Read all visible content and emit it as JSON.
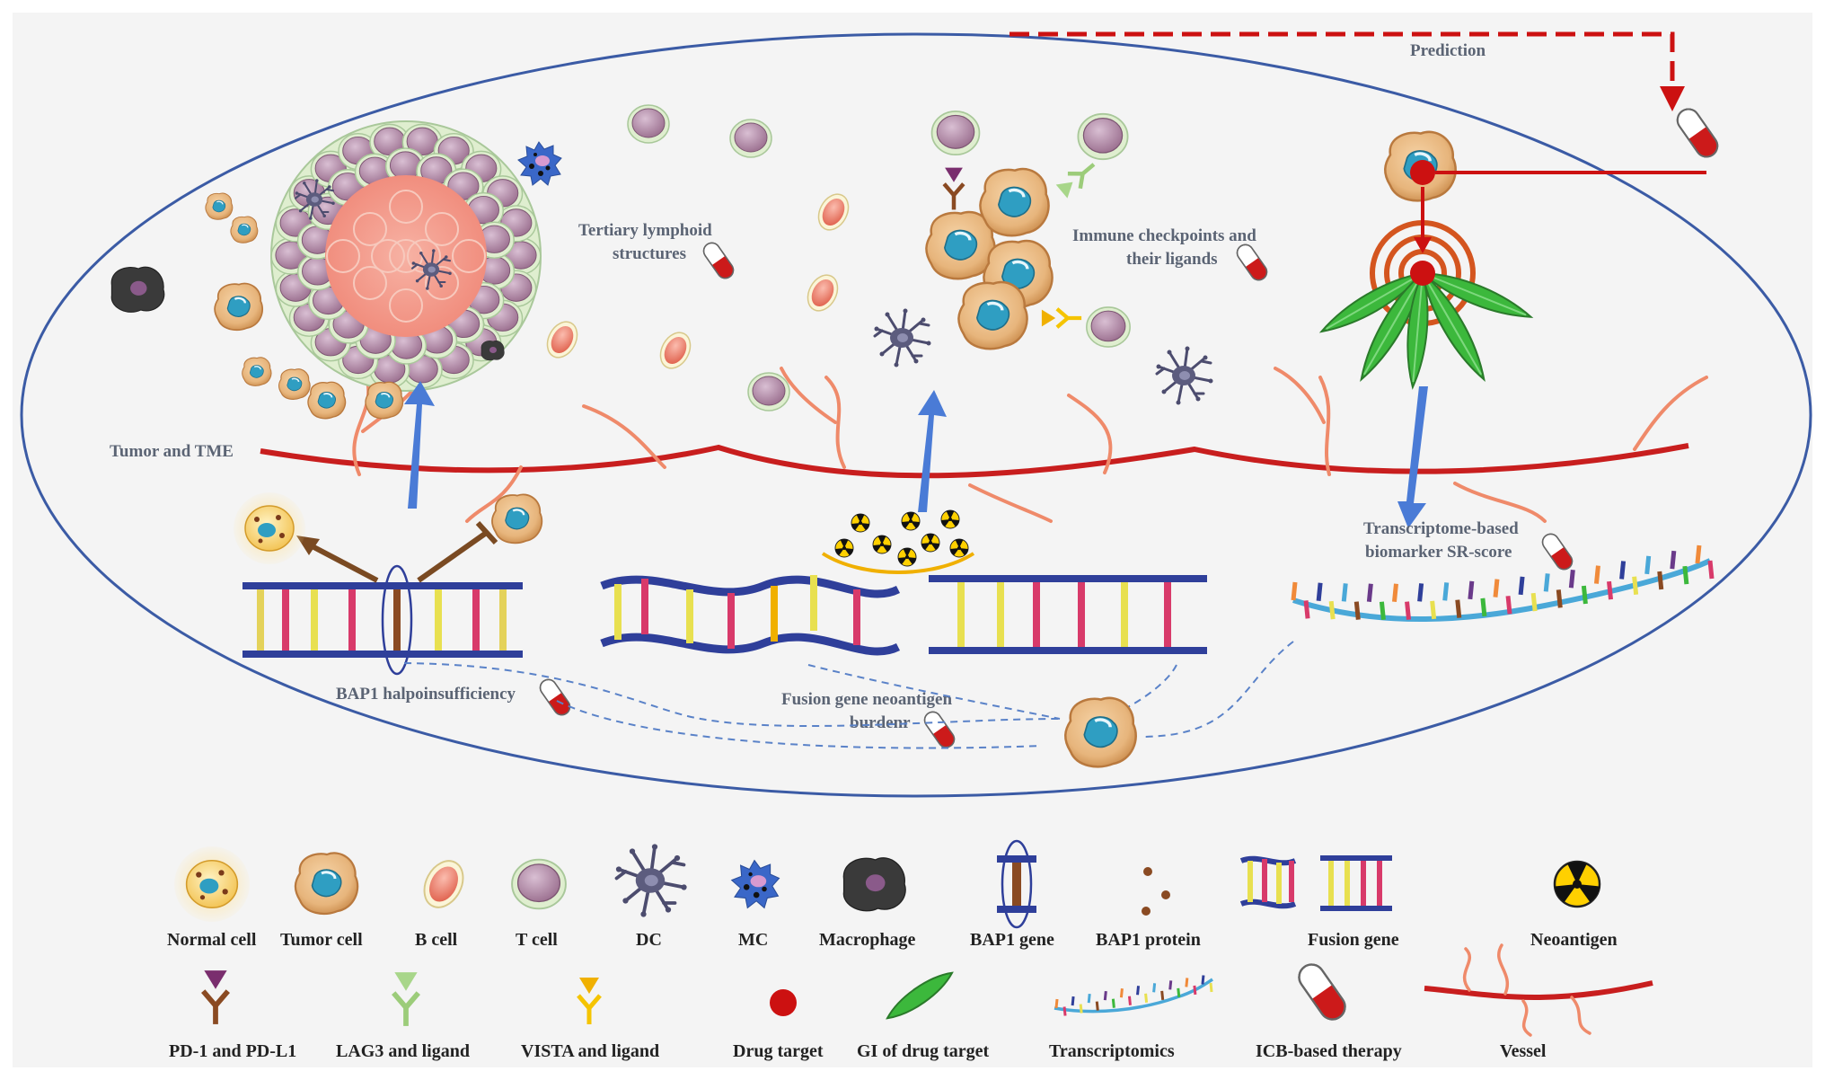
{
  "diagram": {
    "labels": {
      "prediction": "Prediction",
      "tumor_tme": "Tumor and TME",
      "tls_line1": "Tertiary lymphoid",
      "tls_line2": "structures",
      "checkpoint_line1": "Immune checkpoints and",
      "checkpoint_line2": "their ligands",
      "transcriptome_line1": "Transcriptome-based",
      "transcriptome_line2": "biomarker SR-score",
      "bap1": "BAP1 halpoinsufficiency",
      "fusion_line1": "Fusion gene neoantigen",
      "fusion_line2": "burdenr"
    },
    "legend": {
      "row1": [
        "Normal cell",
        "Tumor cell",
        "B cell",
        "T cell",
        "DC",
        "MC",
        "Macrophage",
        "BAP1 gene",
        "BAP1 protein",
        "Fusion gene",
        "Neoantigen"
      ],
      "row2": [
        "PD-1 and PD-L1",
        "LAG3 and ligand",
        "VISTA and ligand",
        "Drug target",
        "GI of drug target",
        "Transcriptomics",
        "ICB-based therapy",
        "Vessel"
      ]
    },
    "colors": {
      "ellipse": "#3b5ba5",
      "vessel": "#c81e1e",
      "capillary": "#ef8a6a",
      "arrow_blue": "#4a7bd6",
      "arrow_brown": "#7a4a22",
      "tumor_cell": "#e7b57c",
      "tumor_nucleus": "#2f9ec2",
      "t_cell": "#b48aa8",
      "b_cell": "#ef8a7a",
      "dc": "#5c5c7e",
      "mc": "#3a67c8",
      "macrophage": "#3a3a3a",
      "drug_target": "#cc1111",
      "gi_target": "#3cb83c",
      "prediction_line": "#cc1111"
    }
  }
}
